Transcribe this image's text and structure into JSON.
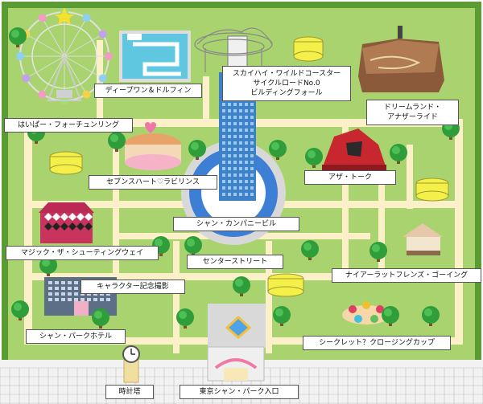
{
  "colors": {
    "grass": "#a9d36f",
    "grass_edge": "#5a9b34",
    "path": "#fbf0c8",
    "plaza": "#d8d8d8",
    "water": "#3d7fd4",
    "trees": "#2f9e3a",
    "tank": "#f5ef4a"
  },
  "labels": {
    "ferris_wheel": "はいぱー・フォーチュンリング",
    "dolphin": "ディープワン＆ドルフィン",
    "coaster_line1": "スカイハイ・ワイルドコースター",
    "coaster_line2": "サイクルロードNo.0",
    "coaster_line3": "ビルディングフォール",
    "dreamland_line1": "ドリームランド・",
    "dreamland_line2": "アナザーライド",
    "labyrinth": "セブンスハート♡ラビリンス",
    "other_talk": "アザ・トーク",
    "company_building": "シャン・カンパニービル",
    "shooting_way": "マジック・ザ・シューティングウェイ",
    "center_street": "センターストリート",
    "merry_go_round": "ナイアーラットフレンズ・ゴーイング",
    "character_photo": "キャラクター記念撮影",
    "hotel": "シャン・パークホテル",
    "cup": "シークレット？クロージングカップ",
    "clock_tower": "時計塔",
    "entrance": "東京シャン・パーク入口"
  }
}
